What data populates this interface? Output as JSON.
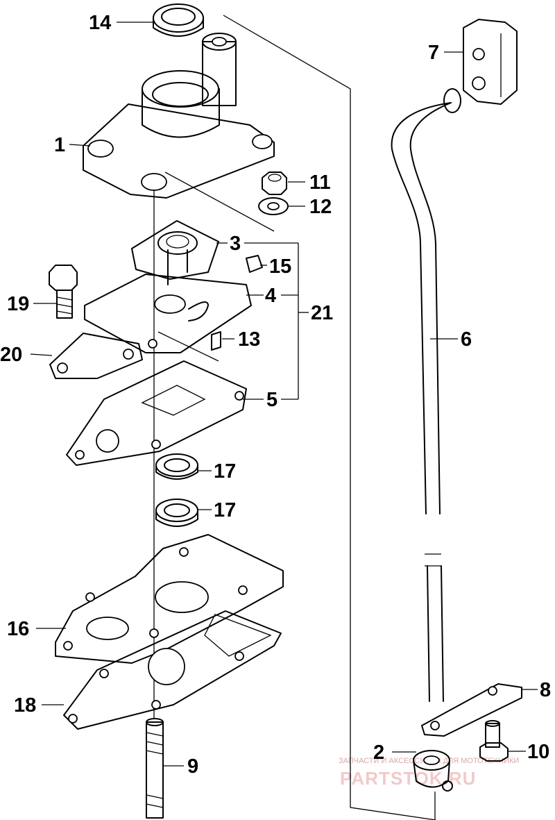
{
  "callouts": {
    "c1": "1",
    "c2": "2",
    "c3": "3",
    "c4": "4",
    "c5": "5",
    "c6": "6",
    "c7": "7",
    "c8": "8",
    "c9": "9",
    "c10": "10",
    "c11": "11",
    "c12": "12",
    "c13": "13",
    "c14": "14",
    "c15": "15",
    "c16": "16",
    "c17a": "17",
    "c17b": "17",
    "c18": "18",
    "c19": "19",
    "c20": "20",
    "c21": "21"
  },
  "watermark": {
    "tagline": "ЗАПЧАСТИ И АКСЕССУАРЫ ДЛЯ МОТОТЕХНИКИ",
    "brand": "PARTSTOK.RU"
  }
}
